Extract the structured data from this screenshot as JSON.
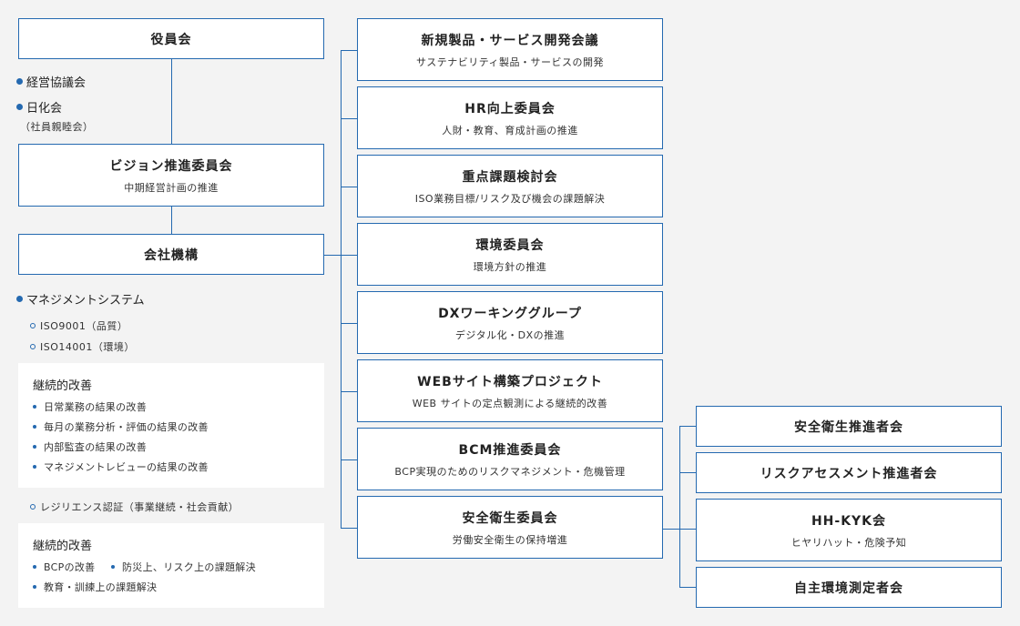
{
  "left": {
    "board": "役員会",
    "meetings": [
      "経営協議会",
      "日化会"
    ],
    "meeting_note": "（社員親睦会）",
    "vision": {
      "title": "ビジョン推進委員会",
      "sub": "中期経営計画の推進"
    },
    "org": "会社機構",
    "mgmt": {
      "label": "マネジメントシステム",
      "iso": [
        "ISO9001（品質）",
        "ISO14001（環境）"
      ],
      "improve1": {
        "heading": "継続的改善",
        "items": [
          "日常業務の結果の改善",
          "毎月の業務分析・評価の結果の改善",
          "内部監査の結果の改善",
          "マネジメントレビューの結果の改善"
        ]
      },
      "resilience": "レジリエンス認証（事業継続・社会貢献）",
      "improve2": {
        "heading": "継続的改善",
        "items": [
          "BCPの改善",
          "防災上、リスク上の課題解決",
          "教育・訓練上の課題解決"
        ]
      }
    }
  },
  "committees": [
    {
      "title": "新規製品・サービス開発会議",
      "sub": "サステナビリティ製品・サービスの開発"
    },
    {
      "title": "HR向上委員会",
      "sub": "人財・教育、育成計画の推進"
    },
    {
      "title": "重点課題検討会",
      "sub": "ISO業務目標/リスク及び機会の課題解決"
    },
    {
      "title": "環境委員会",
      "sub": "環境方針の推進"
    },
    {
      "title": "DXワーキンググループ",
      "sub": "デジタル化・DXの推進"
    },
    {
      "title": "WEBサイト構築プロジェクト",
      "sub": "WEB サイトの定点観測による継続的改善"
    },
    {
      "title": "BCM推進委員会",
      "sub": "BCP実現のためのリスクマネジメント・危機管理"
    },
    {
      "title": "安全衛生委員会",
      "sub": "労働安全衛生の保持増進"
    }
  ],
  "safety": [
    {
      "title": "安全衛生推進者会",
      "sub": ""
    },
    {
      "title": "リスクアセスメント推進者会",
      "sub": ""
    },
    {
      "title": "HH-KYK会",
      "sub": "ヒヤリハット・危険予知"
    },
    {
      "title": "自主環境測定者会",
      "sub": ""
    }
  ],
  "colors": {
    "accent": "#2469b0",
    "background": "#f3f3f3",
    "box": "#ffffff"
  }
}
